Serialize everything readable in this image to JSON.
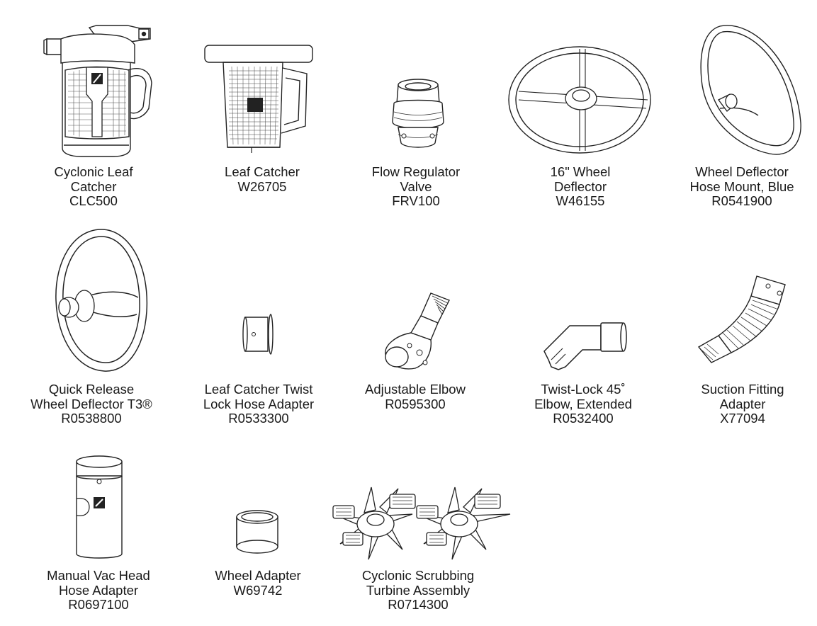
{
  "parts": [
    {
      "id": "cyclonic-leaf-catcher",
      "line1": "Cyclonic Leaf",
      "line2": "Catcher",
      "code": "CLC500"
    },
    {
      "id": "leaf-catcher",
      "line1": "Leaf Catcher",
      "line2": "",
      "code": "W26705"
    },
    {
      "id": "flow-regulator-valve",
      "line1": "Flow Regulator",
      "line2": "Valve",
      "code": "FRV100"
    },
    {
      "id": "wheel-deflector-16",
      "line1": "16\" Wheel",
      "line2": "Deflector",
      "code": "W46155"
    },
    {
      "id": "wheel-deflector-hose-mount",
      "line1": "Wheel Deflector",
      "line2": "Hose Mount, Blue",
      "code": "R0541900"
    },
    {
      "id": "quick-release-wheel-deflector",
      "line1": "Quick Release",
      "line2": "Wheel Deflector T3®",
      "code": "R0538800"
    },
    {
      "id": "leaf-catcher-twist-lock-adapter",
      "line1": "Leaf Catcher Twist",
      "line2": "Lock Hose Adapter",
      "code": "R0533300"
    },
    {
      "id": "adjustable-elbow",
      "line1": "Adjustable Elbow",
      "line2": "",
      "code": "R0595300"
    },
    {
      "id": "twist-lock-45-elbow",
      "line1": "Twist-Lock 45˚",
      "line2": "Elbow, Extended",
      "code": "R0532400"
    },
    {
      "id": "suction-fitting-adapter",
      "line1": "Suction Fitting",
      "line2": "Adapter",
      "code": "X77094"
    },
    {
      "id": "manual-vac-head-hose-adapter",
      "line1": "Manual Vac Head",
      "line2": "Hose Adapter",
      "code": "R0697100"
    },
    {
      "id": "wheel-adapter",
      "line1": "Wheel Adapter",
      "line2": "",
      "code": "W69742"
    },
    {
      "id": "cyclonic-scrubbing-turbine",
      "line1": "Cyclonic Scrubbing",
      "line2": "Turbine Assembly",
      "code": "R0714300"
    }
  ]
}
